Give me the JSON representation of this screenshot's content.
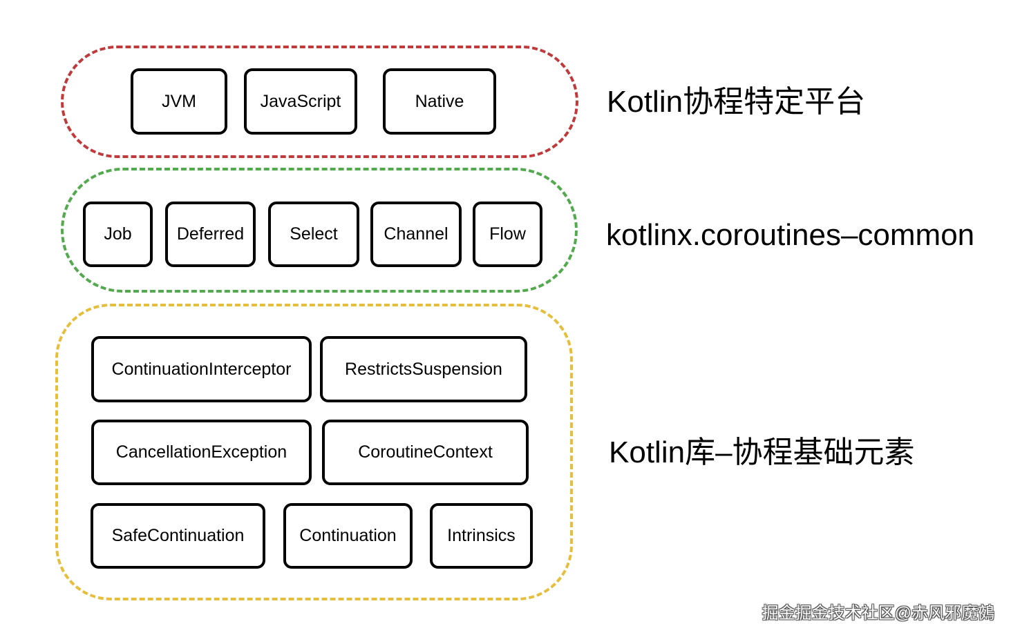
{
  "colors": {
    "platform_border": "#c0393b",
    "common_border": "#53a94e",
    "base_border": "#e5be3c",
    "node_border": "#000000"
  },
  "layers": {
    "platform": {
      "label": "Kotlin协程特定平台",
      "nodes": [
        "JVM",
        "JavaScript",
        "Native"
      ]
    },
    "common": {
      "label": "kotlinx.coroutines–common",
      "nodes": [
        "Job",
        "Deferred",
        "Select",
        "Channel",
        "Flow"
      ]
    },
    "base": {
      "label": "Kotlin库–协程基础元素",
      "nodes": [
        "ContinuationInterceptor",
        "RestrictsSuspension",
        "CancellationException",
        "CoroutineContext",
        "SafeContinuation",
        "Continuation",
        "Intrinsics"
      ]
    }
  },
  "watermark": "掘金掘金技术社区@赤风邪魔鵺"
}
